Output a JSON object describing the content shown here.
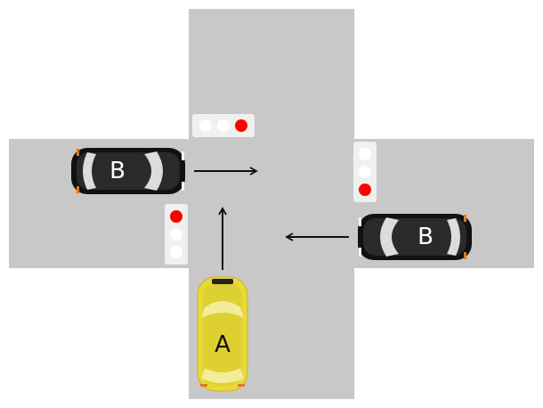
{
  "colors": {
    "road": "#c8c8c8",
    "background": "#ffffff",
    "signal_red": "#ff0000",
    "signal_off": "#ffffff",
    "signal_housing": "#f0f0f0",
    "car_a_body": "#e8d83a",
    "car_b_body": "#111111",
    "arrow": "#111111"
  },
  "cars": [
    {
      "id": "B-west",
      "label": "B",
      "color": "black",
      "heading": "east"
    },
    {
      "id": "B-east",
      "label": "B",
      "color": "black",
      "heading": "west"
    },
    {
      "id": "A-south",
      "label": "A",
      "color": "yellow",
      "heading": "north"
    }
  ],
  "signals": [
    {
      "id": "north",
      "lit": "red"
    },
    {
      "id": "east",
      "lit": "red"
    },
    {
      "id": "west",
      "lit": "red"
    }
  ]
}
